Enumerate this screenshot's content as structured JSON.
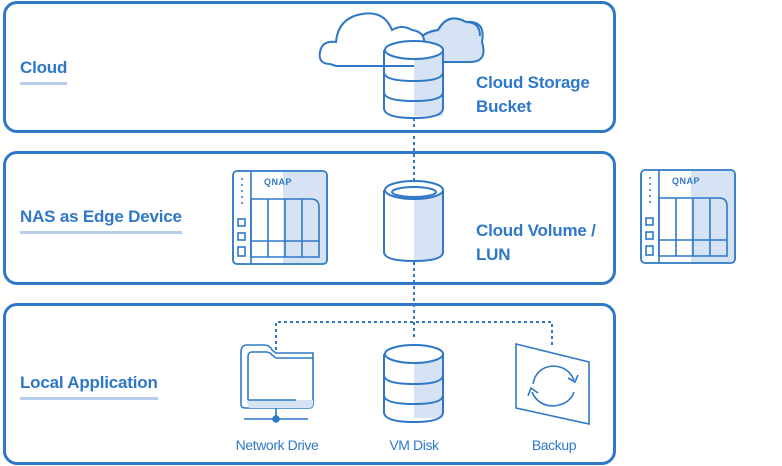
{
  "tiers": [
    {
      "label": "Cloud",
      "item_label_line1": "Cloud Storage",
      "item_label_line2": "Bucket"
    },
    {
      "label": "NAS as Edge Device",
      "item_label_line1": "Cloud Volume /",
      "item_label_line2": "LUN"
    },
    {
      "label": "Local Application"
    }
  ],
  "nas_brand": "QNAP",
  "applications": [
    {
      "label": "Network Drive",
      "icon": "folder-network-icon"
    },
    {
      "label": "VM Disk",
      "icon": "database-icon"
    },
    {
      "label": "Backup",
      "icon": "backup-sync-icon"
    }
  ],
  "colors": {
    "accent": "#2f78c8",
    "fill": "#d6e3f4",
    "underline": "#b7cdeb"
  }
}
